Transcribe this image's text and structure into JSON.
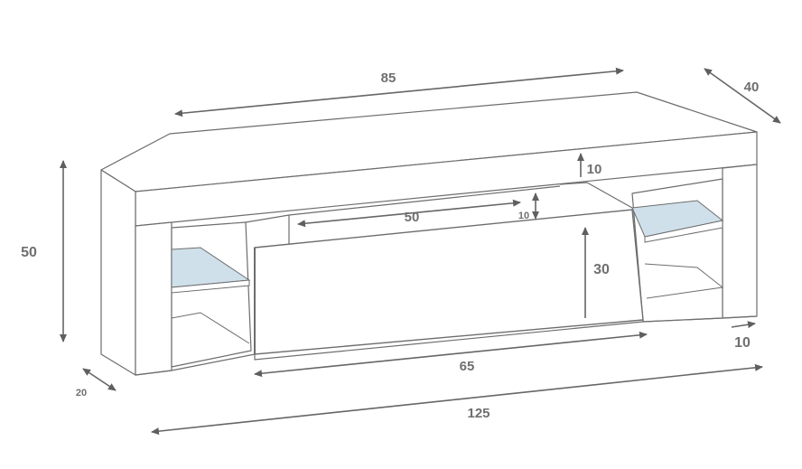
{
  "colors": {
    "outline": "#6d6d6d",
    "arrow": "#666666",
    "label": "#6f6f6f",
    "glass_shelf": "#cfe0ea",
    "panel": "#ffffff"
  },
  "dimensions": {
    "top_width": "85",
    "depth": "40",
    "height": "50",
    "top_thickness": "10",
    "inner_width": "50",
    "inner_height": "10",
    "drawer_height": "30",
    "drawer_width": "65",
    "overall_width": "125",
    "side_depth": "20",
    "base_height": "10"
  }
}
